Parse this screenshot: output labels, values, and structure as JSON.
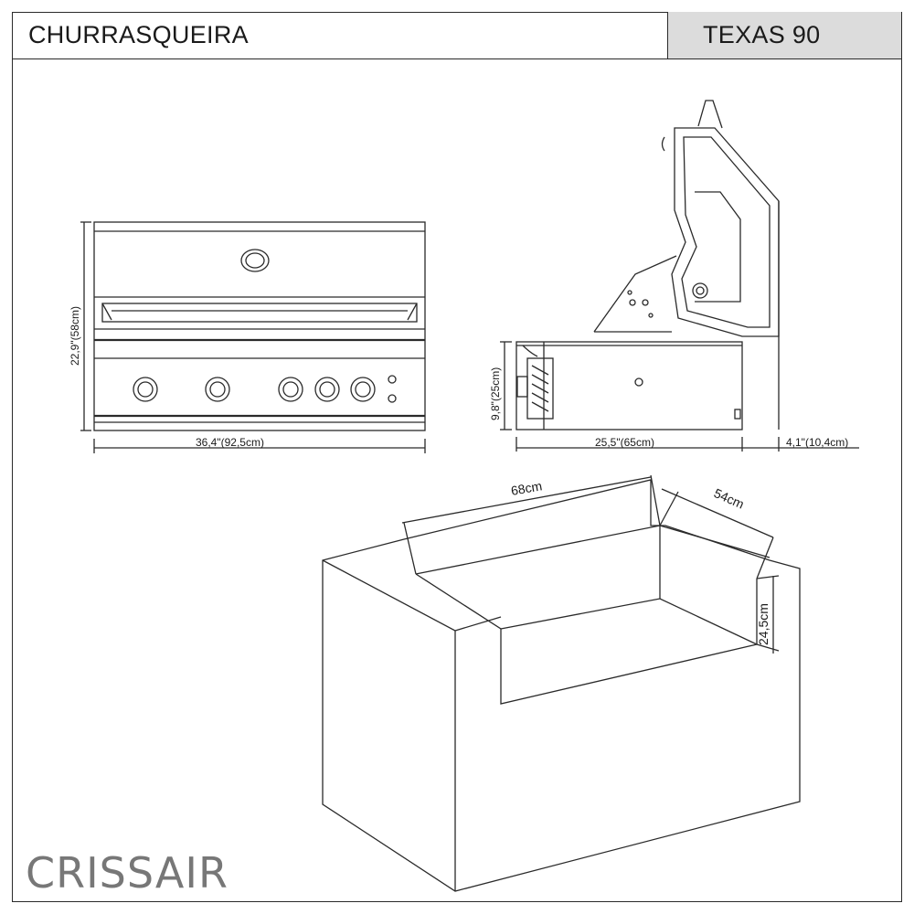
{
  "header": {
    "title": "CHURRASQUEIRA",
    "model": "TEXAS 90"
  },
  "front_view": {
    "height_label": "22,9\"(58cm)",
    "width_label": "36,4\"(92,5cm)"
  },
  "side_view": {
    "height_label": "9,8\"(25cm)",
    "depth_label": "25,5\"(65cm)",
    "back_label": "4,1\"(10,4cm)"
  },
  "cutout": {
    "width_label": "68cm",
    "depth_label": "54cm",
    "height_label": "24,5cm"
  },
  "brand": {
    "part1": "CRISS",
    "part2": "AIR",
    "color": "#777777"
  }
}
